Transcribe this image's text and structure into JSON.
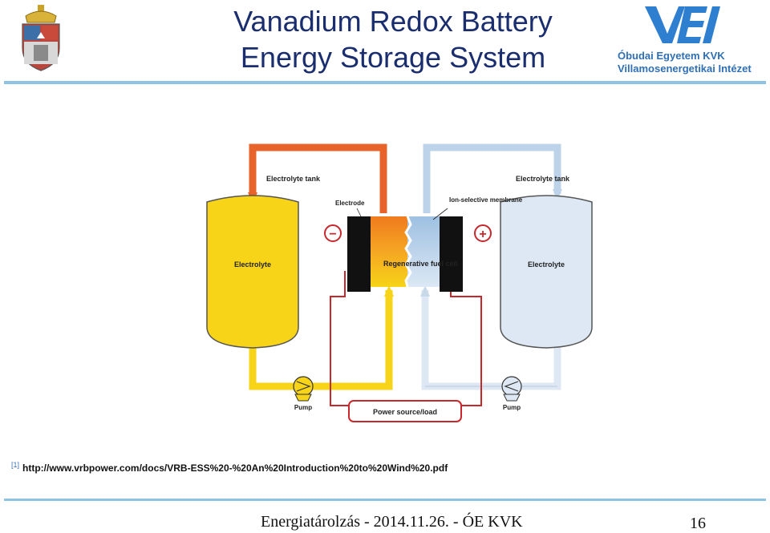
{
  "header": {
    "title_line1": "Vanadium Redox Battery",
    "title_line2": "Energy Storage System",
    "institute_line1": "Óbudai Egyetem KVK",
    "institute_line2": "Villamosenergetikai Intézet"
  },
  "diagram": {
    "left_tank_label": "Electrolyte tank",
    "right_tank_label": "Electrolyte tank",
    "left_electrolyte": "Electrolyte",
    "right_electrolyte": "Electrolyte",
    "electrode_label": "Electrode",
    "membrane_label": "Ion-selective membrane",
    "cell_label": "Regenerative fuel cell",
    "left_pump": "Pump",
    "right_pump": "Pump",
    "load_label": "Power source/load",
    "minus": "−",
    "plus": "+"
  },
  "colors": {
    "title": "#1a2d6e",
    "accent_rule": "#8ec3e6",
    "yellow_electrolyte": "#f7d417",
    "blue_electrolyte": "#dde8f4",
    "orange_pipe": "#e8632a",
    "blue_pipe": "#bcd3ea",
    "red_wire": "#c8272b"
  },
  "reference": {
    "marker": "[1]",
    "url": "http://www.vrbpower.com/docs/VRB-ESS%20-%20An%20Introduction%20to%20Wind%20.pdf"
  },
  "footer": {
    "text": "Energiatárolzás - 2014.11.26. - ÓE KVK",
    "page": "16"
  }
}
